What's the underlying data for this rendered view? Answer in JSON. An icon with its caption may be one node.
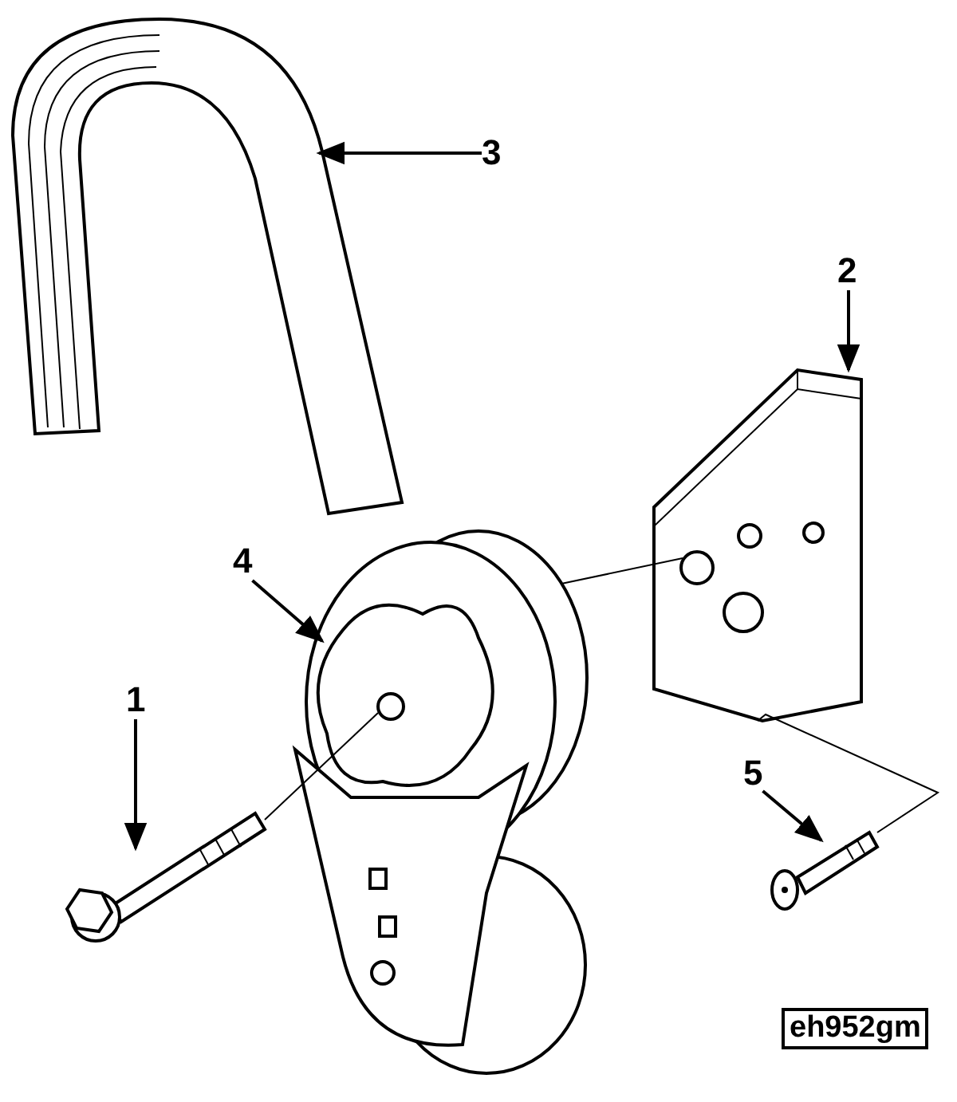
{
  "diagram": {
    "nodes": [
      {
        "text": [
          "3"
        ]
      },
      {
        "text": [],
        "shape": "picture"
      },
      {
        "text": [
          "2"
        ]
      },
      {
        "text": [],
        "shape": "picture"
      },
      {
        "text": [
          "4"
        ]
      },
      {
        "text": [],
        "shape": "picture"
      },
      {
        "text": [
          "1"
        ]
      },
      {
        "text": [],
        "shape": "picture"
      },
      {
        "text": [
          "5"
        ]
      },
      {
        "text": [],
        "shape": "picture"
      }
    ],
    "edges": [
      {
        "from": 0,
        "to": 1,
        "arrow": "to"
      },
      {
        "from": 2,
        "to": 3,
        "arrow": "to"
      },
      {
        "from": 4,
        "to": 5,
        "arrow": "to"
      },
      {
        "from": 6,
        "to": 7,
        "arrow": "to"
      },
      {
        "from": 8,
        "to": 9,
        "arrow": "to"
      },
      {
        "from": 7,
        "to": 5,
        "arrow": "none"
      },
      {
        "from": 5,
        "to": 3,
        "arrow": "none"
      },
      {
        "from": 9,
        "to": 3,
        "arrow": "none"
      }
    ],
    "labels": [
      "eh952gm"
    ]
  }
}
